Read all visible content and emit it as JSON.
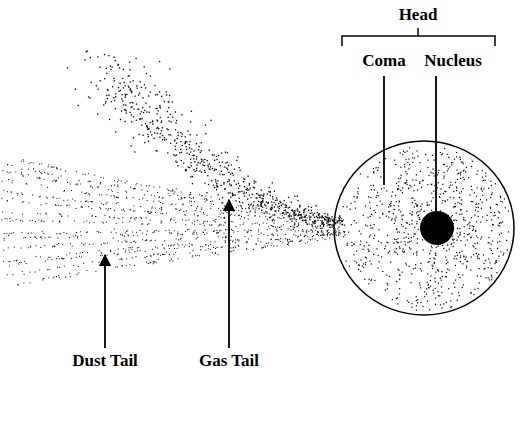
{
  "diagram": {
    "labels": [
      "Head",
      "Coma",
      "Nucleus",
      "Dust Tail",
      "Gas Tail"
    ]
  }
}
